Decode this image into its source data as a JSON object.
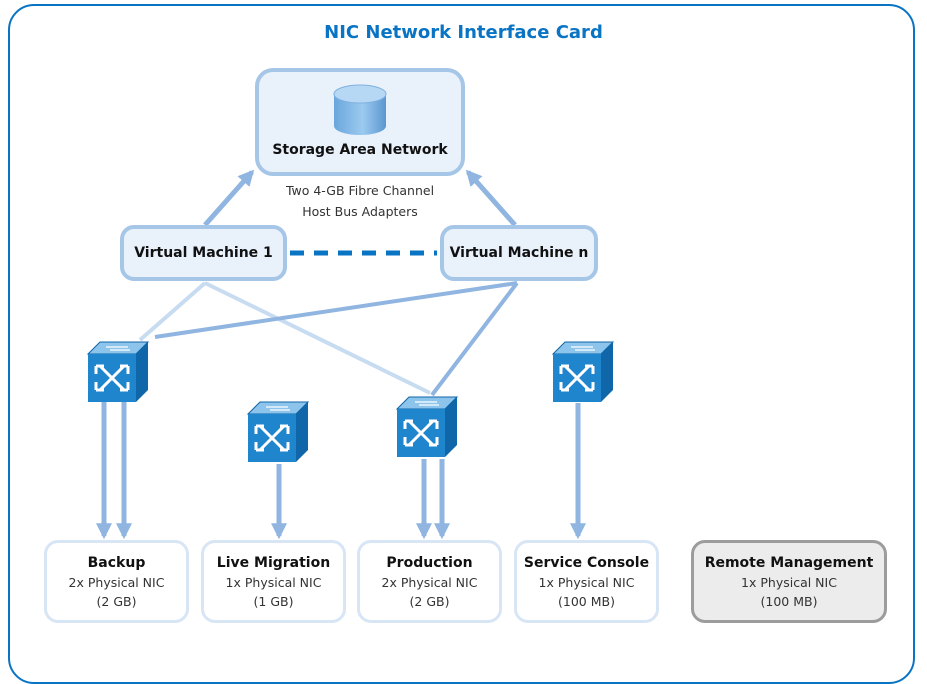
{
  "title": "NIC Network Interface Card",
  "storage": {
    "label": "Storage Area Network",
    "icon": "database-cylinder-icon"
  },
  "hba_note": [
    "Two 4-GB Fibre Channel",
    "Host Bus Adapters"
  ],
  "virtual_machines": [
    {
      "label": "Virtual Machine 1"
    },
    {
      "label": "Virtual Machine n"
    }
  ],
  "switch_icon": "network-switch-icon",
  "nics": [
    {
      "name": "Backup",
      "detail": "2x Physical NIC",
      "capacity": "(2 GB)"
    },
    {
      "name": "Live Migration",
      "detail": "1x Physical NIC",
      "capacity": "(1 GB)"
    },
    {
      "name": "Production",
      "detail": "2x Physical NIC",
      "capacity": "(2 GB)"
    },
    {
      "name": "Service Console",
      "detail": "1x Physical NIC",
      "capacity": "(100 MB)"
    },
    {
      "name": "Remote Management",
      "detail": "1x Physical NIC",
      "capacity": "(100 MB)"
    }
  ],
  "colors": {
    "accent": "#0a74c4",
    "node_border": "#a6c6e8",
    "node_fill": "#e9f1fa",
    "link": "#8fb5e0",
    "link_light": "#c8dcf1",
    "switch_front": "#1f85cc",
    "remote_fill": "#ececec"
  }
}
